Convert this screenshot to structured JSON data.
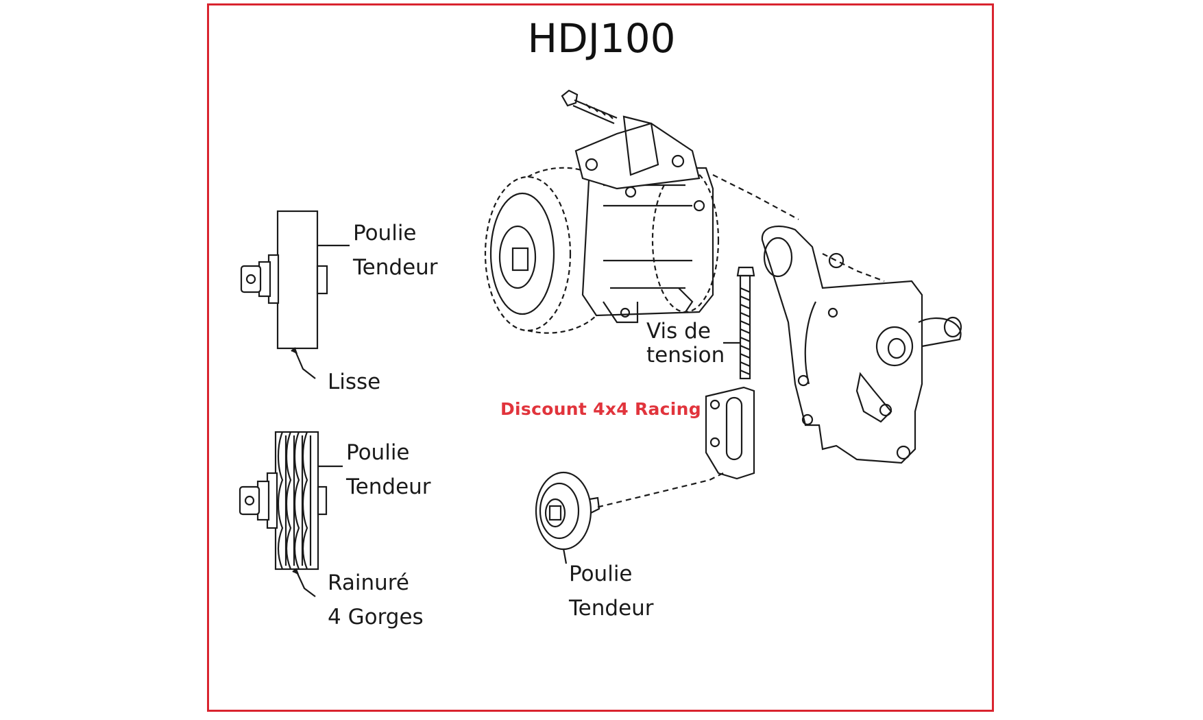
{
  "title": "HDJ100",
  "labels": {
    "top_pulley_line1": "Poulie",
    "top_pulley_line2": "Tendeur",
    "smooth": "Lisse",
    "grooved_pulley_line1": "Poulie",
    "grooved_pulley_line2": "Tendeur",
    "grooved_line1": "Rainuré",
    "grooved_line2": "4 Gorges",
    "screw_line1": "Vis de",
    "screw_line2": "tension",
    "bottom_pulley_line1": "Poulie",
    "bottom_pulley_line2": "Tendeur"
  },
  "watermark": "Discount 4x4 Racing",
  "colors": {
    "frame": "#d9242f",
    "watermark": "#e1343c",
    "ink": "#1a1a1a"
  }
}
